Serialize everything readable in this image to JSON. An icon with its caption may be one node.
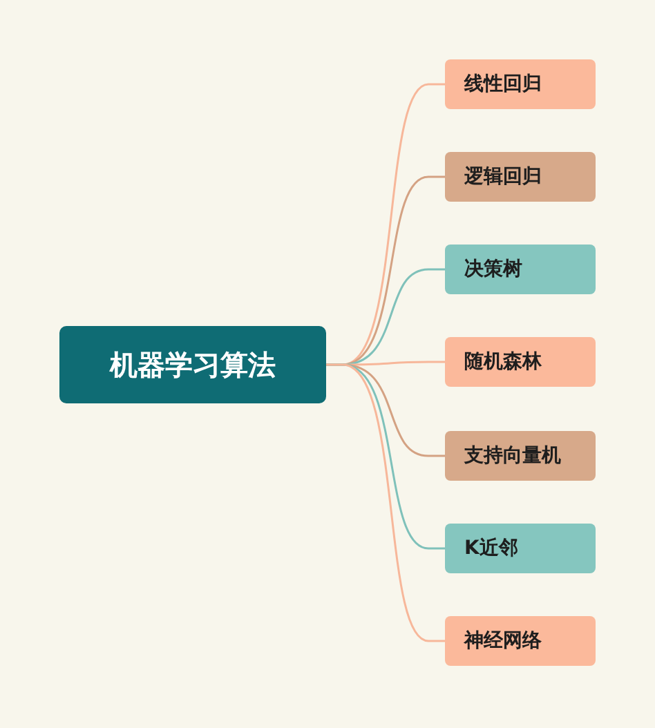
{
  "diagram": {
    "nodes": [
      {
        "text": [
          "机器学习算法"
        ]
      },
      {
        "text": [
          "线性回归"
        ]
      },
      {
        "text": [
          "逻辑回归"
        ]
      },
      {
        "text": [
          "决策树"
        ]
      },
      {
        "text": [
          "随机森林"
        ]
      },
      {
        "text": [
          "支持向量机"
        ]
      },
      {
        "text": [
          "K近邻"
        ]
      },
      {
        "text": [
          "神经网络"
        ]
      }
    ],
    "edges": [
      {
        "from": 0,
        "to": 1,
        "arrow": "none",
        "color": "#f7b79a"
      },
      {
        "from": 0,
        "to": 2,
        "arrow": "none",
        "color": "#d4a283"
      },
      {
        "from": 0,
        "to": 3,
        "arrow": "none",
        "color": "#7fc1ba"
      },
      {
        "from": 0,
        "to": 4,
        "arrow": "none",
        "color": "#f7b79a"
      },
      {
        "from": 0,
        "to": 5,
        "arrow": "none",
        "color": "#d4a283"
      },
      {
        "from": 0,
        "to": 6,
        "arrow": "none",
        "color": "#7fc1ba"
      },
      {
        "from": 0,
        "to": 7,
        "arrow": "none",
        "color": "#f7b79a"
      }
    ]
  }
}
